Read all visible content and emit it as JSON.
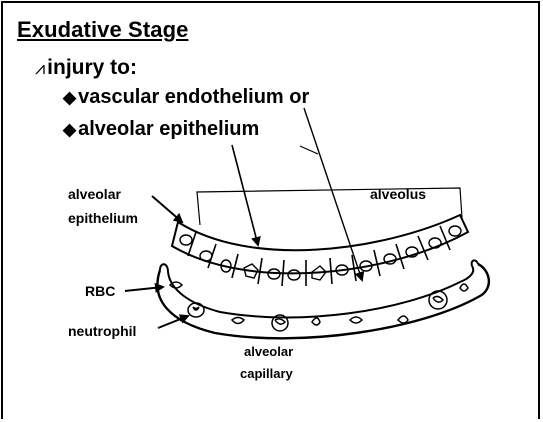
{
  "title": "Exudative Stage",
  "bullet_l1": {
    "marker": "⩘",
    "text": "injury to:"
  },
  "bullet_l2": [
    {
      "marker": "◆",
      "text": "vascular endothelium or"
    },
    {
      "marker": "◆",
      "text": "alveolar epithelium"
    }
  ],
  "labels": {
    "alveolar_epithelium": [
      "alveolar",
      "epithelium"
    ],
    "alveolus": "alveolus",
    "rbc": "RBC",
    "neutrophil": "neutrophil",
    "alveolar_capillary": [
      "alveolar",
      "capillary"
    ]
  }
}
